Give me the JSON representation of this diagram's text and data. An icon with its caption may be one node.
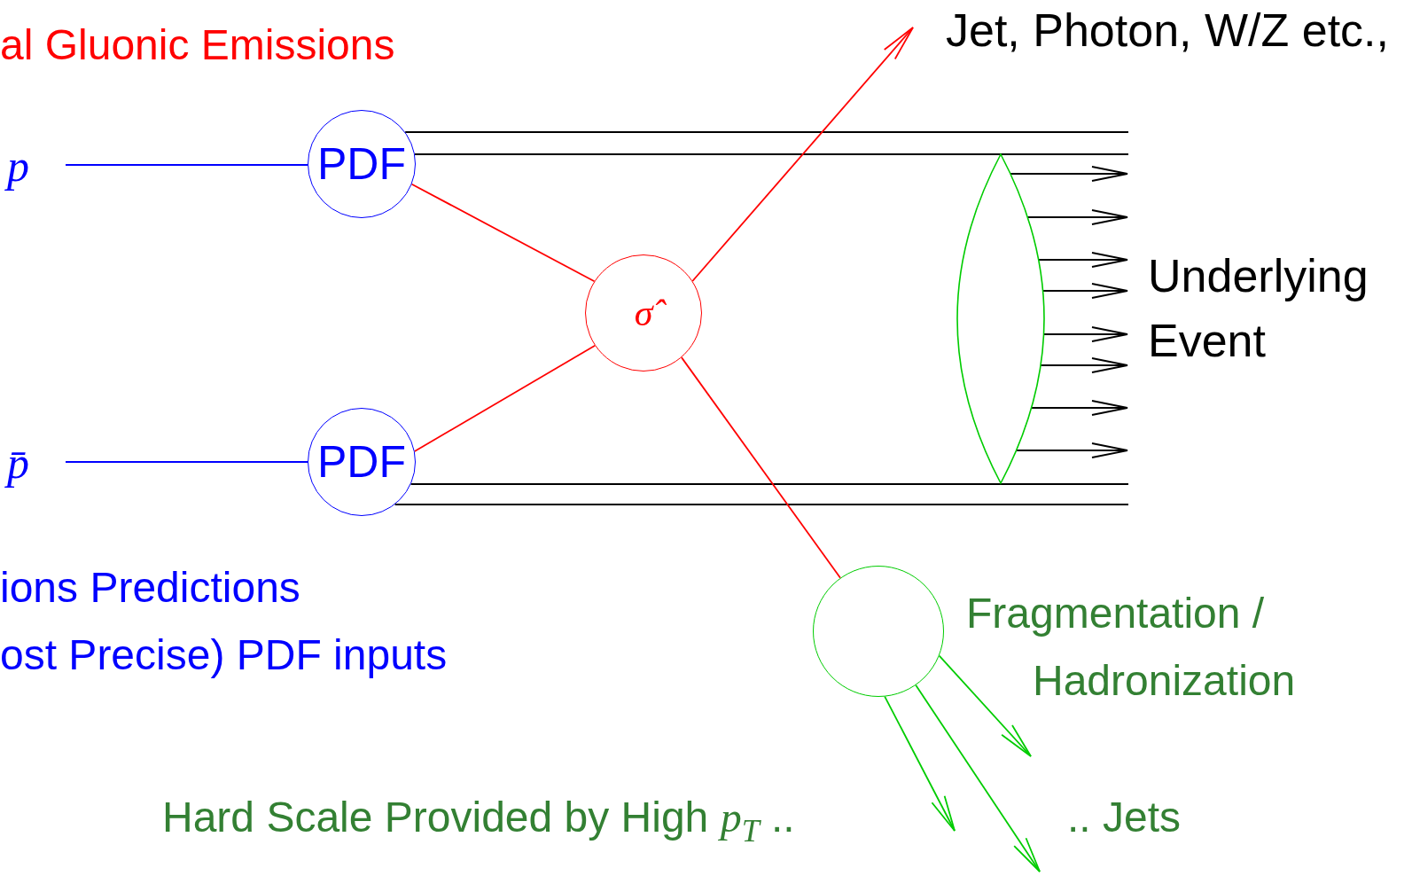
{
  "diagram": {
    "nodes": [
      {
        "text": [
          "p"
        ]
      },
      {
        "text": [
          "PDF"
        ]
      },
      {
        "text": [
          "p̄"
        ]
      },
      {
        "text": [
          "PDF"
        ]
      },
      {
        "text": [
          "σ̂"
        ]
      },
      {
        "text": [],
        "shape": "circle",
        "beside": [
          "Fragmentation /",
          "Hadronization"
        ]
      },
      {
        "text": [
          "Jet, Photon, W/Z etc.,"
        ]
      },
      {
        "text": [],
        "shape": "lens"
      },
      {
        "text": [
          "Underlying Event"
        ]
      }
    ],
    "edges": [
      {
        "from": 0,
        "to": 1,
        "arrow": "none",
        "color": "#0000ff"
      },
      {
        "from": 2,
        "to": 3,
        "arrow": "none",
        "color": "#0000ff"
      },
      {
        "from": 1,
        "to": null,
        "arrow": "none"
      },
      {
        "from": 1,
        "to": null,
        "arrow": "none"
      },
      {
        "from": 3,
        "to": null,
        "arrow": "none"
      },
      {
        "from": 3,
        "to": null,
        "arrow": "none"
      },
      {
        "from": 1,
        "to": 4,
        "arrow": "none",
        "color": "#ff0000"
      },
      {
        "from": 3,
        "to": 4,
        "arrow": "none",
        "color": "#ff0000"
      },
      {
        "from": 4,
        "to": 6,
        "arrow": "to",
        "color": "#ff0000"
      },
      {
        "from": 4,
        "to": 5,
        "arrow": "none",
        "color": "#ff0000"
      },
      {
        "from": 5,
        "to": null,
        "arrow": "to",
        "color": "#00cc00"
      },
      {
        "from": 5,
        "to": null,
        "arrow": "to",
        "color": "#00cc00"
      },
      {
        "from": 5,
        "to": null,
        "arrow": "to",
        "color": "#00cc00"
      },
      {
        "from": 7,
        "to": 8,
        "arrow": "to"
      },
      {
        "from": 7,
        "to": 8,
        "arrow": "to"
      },
      {
        "from": 7,
        "to": 8,
        "arrow": "to"
      },
      {
        "from": 7,
        "to": 8,
        "arrow": "to"
      },
      {
        "from": 7,
        "to": 8,
        "arrow": "to"
      },
      {
        "from": 7,
        "to": 8,
        "arrow": "to"
      },
      {
        "from": 7,
        "to": 8,
        "arrow": "to"
      },
      {
        "from": 7,
        "to": 8,
        "arrow": "to"
      }
    ],
    "labels": [
      "al Gluonic Emissions",
      "ions Predictions",
      "ost Precise) PDF inputs",
      "Hard Scale Provided by High *p*$_{T}$ ..",
      ".. Jets"
    ]
  }
}
